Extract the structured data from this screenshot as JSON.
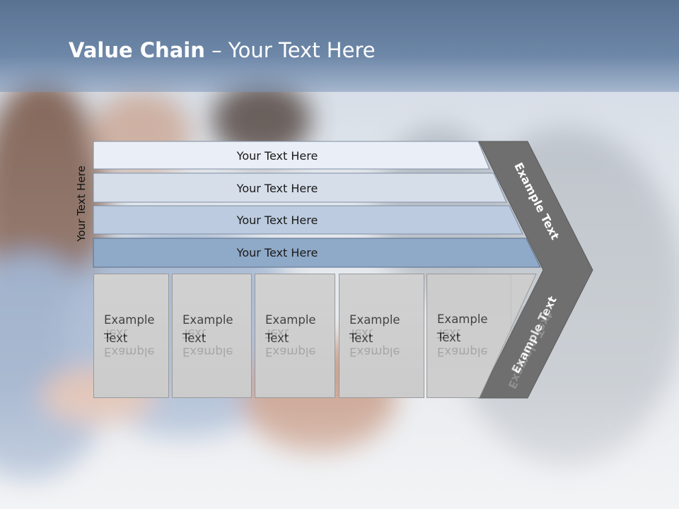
{
  "slide": {
    "title_bold": "Value Chain",
    "title_rest": " – Your Text Here",
    "side_label": "Your Text Here"
  },
  "bars": [
    {
      "label": "Your Text Here"
    },
    {
      "label": "Your Text Here"
    },
    {
      "label": "Your Text Here"
    },
    {
      "label": "Your Text Here"
    }
  ],
  "boxes": [
    {
      "line1": "Example",
      "line2": "Text"
    },
    {
      "line1": "Example",
      "line2": "Text"
    },
    {
      "line1": "Example",
      "line2": "Text"
    },
    {
      "line1": "Example",
      "line2": "Text"
    },
    {
      "line1": "Example",
      "line2": "Text"
    }
  ],
  "chevron": {
    "upper_label": "Example Text",
    "lower_label": "Example Text"
  },
  "colors": {
    "bar_1": "#eaeef6",
    "bar_2": "#d6deea",
    "bar_3": "#bccbdf",
    "bar_4": "#8fa9c8",
    "chevron": "#6f6f6f",
    "title_band": "#6a84a6"
  }
}
